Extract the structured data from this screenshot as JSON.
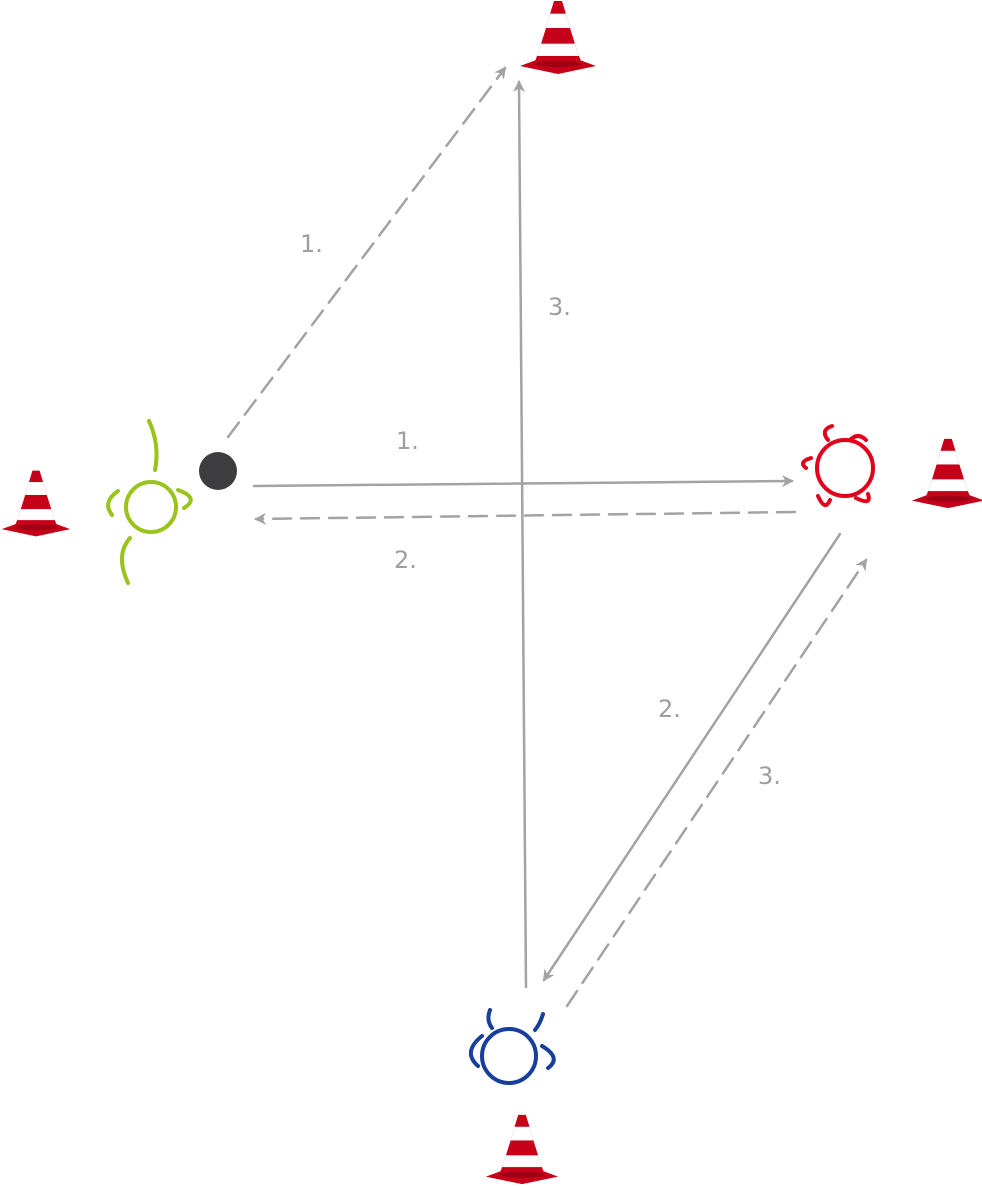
{
  "colors": {
    "arrow": "#a3a3a3",
    "cone_red": "#d0021b",
    "cone_white": "#ffffff",
    "player_green": "#9ac31c",
    "player_red": "#e2001a",
    "player_blue": "#173e9b",
    "ball": "#3d3d3f",
    "label": "#9e9e9e"
  },
  "icons": {
    "cone": "traffic-cone-icon",
    "player": "player-icon",
    "ball": "ball-icon"
  },
  "labels": {
    "pass_top": "1.",
    "pass_right": "1.",
    "run_left": "2.",
    "pass_diag": "2.",
    "run_diag": "3.",
    "pass_up": "3."
  }
}
